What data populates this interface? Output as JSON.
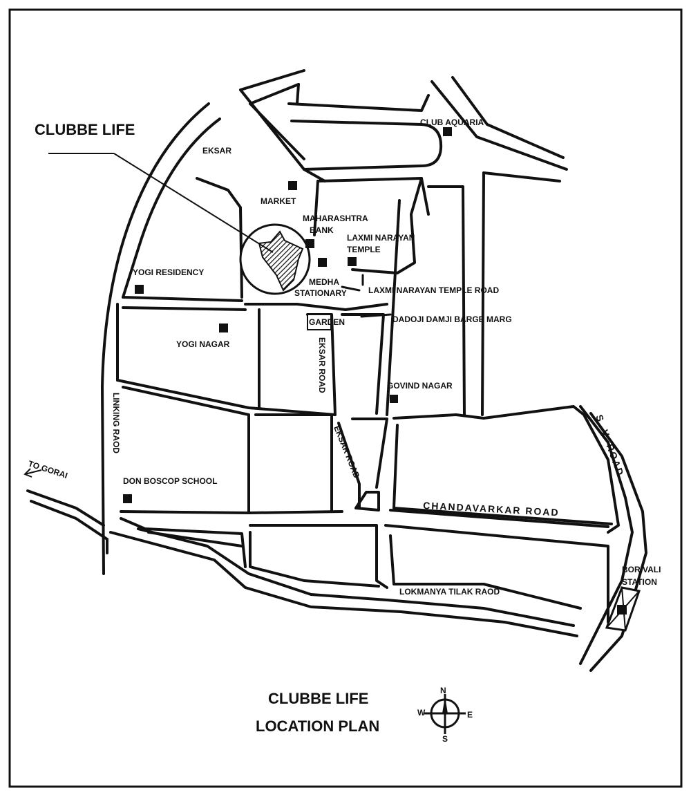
{
  "map": {
    "project_label": "CLUBBE LIFE",
    "title_line1": "CLUBBE LIFE",
    "title_line2": "LOCATION PLAN",
    "compass": {
      "n": "N",
      "s": "S",
      "e": "E",
      "w": "W"
    },
    "landmarks": {
      "eksar": "EKSAR",
      "market": "MARKET",
      "club_aquaria": "CLUB AQUARIA",
      "maharashtra_bank_1": "MAHARASHTRA",
      "maharashtra_bank_2": "BANK",
      "laxmi_narayan_temple_1": "LAXMI NARAYAN",
      "laxmi_narayan_temple_2": "TEMPLE",
      "medha_stationary_1": "MEDHA",
      "medha_stationary_2": "STATIONARY",
      "yogi_residency": "YOGI RESIDENCY",
      "yogi_nagar": "YOGI NAGAR",
      "garden": "GARDEN",
      "govind_nagar": "GOVIND NAGAR",
      "don_boscop_school": "DON BOSCOP SCHOOL",
      "borivali_station_1": "BORIVALI",
      "borivali_station_2": "STATION"
    },
    "roads": {
      "laxmi_narayan_temple_road": "LAXMI NARAYAN TEMPLE ROAD",
      "dadoji_damji_barge_marg": "DADOJI DAMJI BARGE MARG",
      "eksar_road_upper": "EKSAR ROAD",
      "eksar_road_lower": "EKSAR ROAD",
      "linking_road": "LINKING RAOD",
      "to_gorai": "TO GORAI",
      "sv_road": "S. V. ROAD",
      "chandavarkar_road": "CHANDAVARKAR ROAD",
      "lokmanya_tilak_road": "LOKMANYA TILAK RAOD"
    }
  }
}
